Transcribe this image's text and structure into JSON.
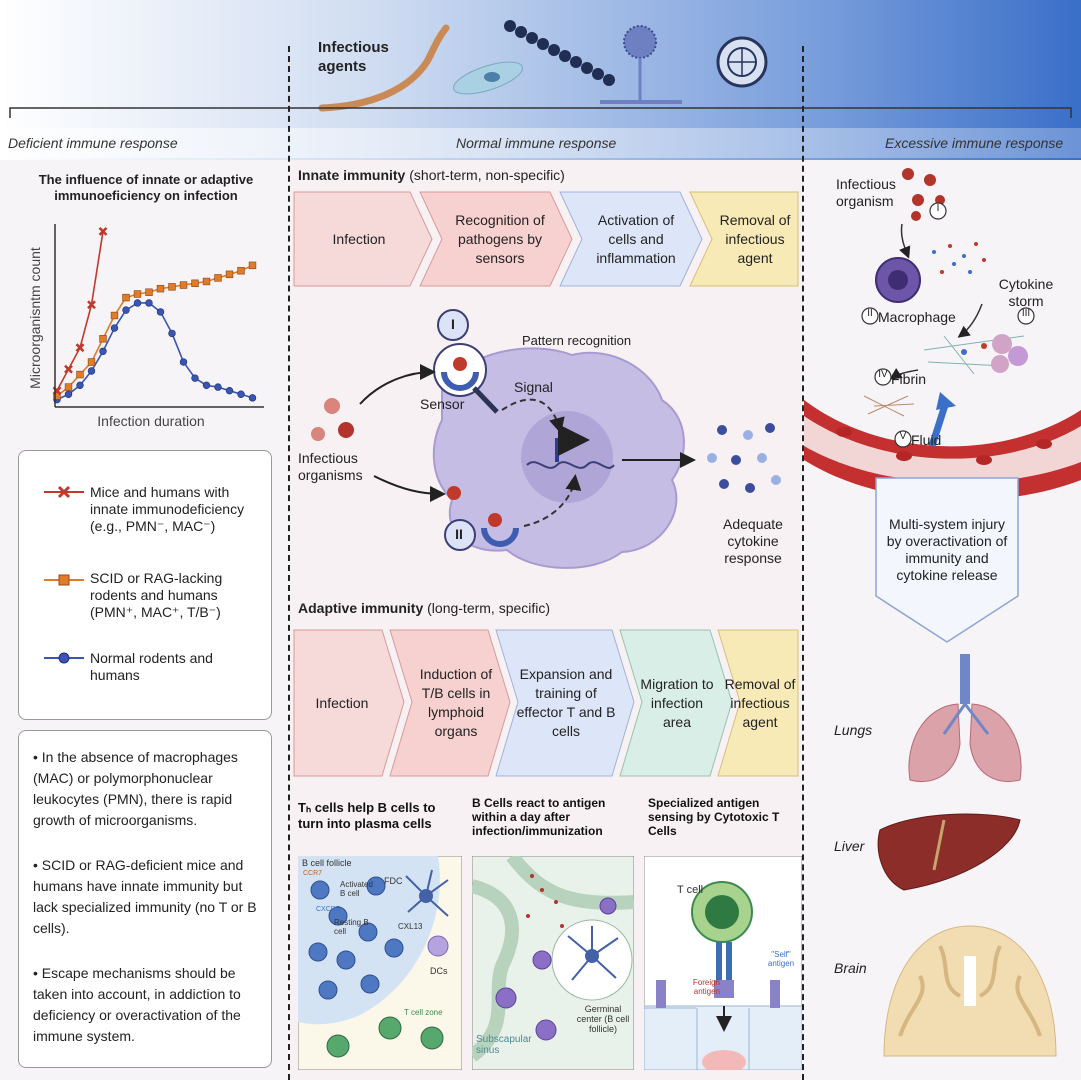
{
  "header": {
    "title": "Infectious agents",
    "sections": {
      "deficient": "Deficient immune response",
      "normal": "Normal immune response",
      "excessive": "Excessive immune response"
    }
  },
  "left": {
    "chart_title": "The influence of innate or adaptive immunoeficiency on infection",
    "legend": [
      {
        "label": "Mice and humans with innate immunodeficiency (e.g., PMN⁻, MAC⁻)",
        "color": "#c0392b",
        "marker": "cross"
      },
      {
        "label": "SCID or RAG-lacking rodents and humans (PMN⁺, MAC⁺, T/B⁻)",
        "color": "#e07b2a",
        "marker": "square"
      },
      {
        "label": "Normal rodents and humans",
        "color": "#3a55b4",
        "marker": "circle"
      }
    ],
    "notes": [
      "• In the absence of macrophages (MAC) or polymorphonuclear leukocytes (PMN), there is rapid growth of microorganisms.",
      "• SCID or RAG-deficient mice and humans have innate immunity but lack specialized immunity (no T or B cells).",
      "• Escape mechanisms should be taken into account, in addiction to deficiency or overactivation of the immune system."
    ]
  },
  "chart_data": {
    "type": "line",
    "title": "The influence of innate or adaptive immunoeficiency on infection",
    "xlabel": "Infection duration",
    "ylabel": "Microorganisntm count",
    "series": [
      {
        "name": "Mice and humans with innate immunodeficiency (e.g., PMN⁻, MAC⁻)",
        "x": [
          0,
          1,
          2,
          3,
          4
        ],
        "values": [
          8,
          20,
          32,
          56,
          97
        ]
      },
      {
        "name": "SCID or RAG-lacking rodents and humans (PMN⁺, MAC⁺, T/B⁻)",
        "x": [
          0,
          1,
          2,
          3,
          4,
          5,
          6,
          7,
          8,
          9,
          10,
          11,
          12,
          13,
          14,
          15,
          16,
          17
        ],
        "values": [
          5,
          10,
          17,
          24,
          37,
          50,
          60,
          62,
          63,
          65,
          66,
          67,
          68,
          69,
          71,
          73,
          75,
          78
        ]
      },
      {
        "name": "Normal rodents and humans",
        "x": [
          0,
          1,
          2,
          3,
          4,
          5,
          6,
          7,
          8,
          9,
          10,
          11,
          12,
          13,
          14,
          15,
          16,
          17
        ],
        "values": [
          3,
          6,
          11,
          19,
          30,
          43,
          53,
          57,
          57,
          52,
          40,
          24,
          15,
          11,
          10,
          8,
          6,
          4
        ]
      }
    ],
    "xlim": [
      0,
      18
    ],
    "ylim": [
      0,
      100
    ]
  },
  "innate": {
    "title": "Innate immunity",
    "subtitle": " (short-term, non-specific)",
    "steps": [
      "Infection",
      "Recognition of pathogens by sensors",
      "Activation of cells and inflammation",
      "Removal of infectious agent"
    ],
    "diagram": {
      "pattern_recognition": "Pattern recognition",
      "marker_1": "I",
      "marker_2": "II",
      "sensor": "Sensor",
      "signal": "Signal",
      "infectious_organisms": "Infectious organisms",
      "cytokine_response": "Adequate cytokine response"
    }
  },
  "adaptive": {
    "title": "Adaptive immunity",
    "subtitle": " (long-term, specific)",
    "steps": [
      "Infection",
      "Induction of T/B cells in lymphoid organs",
      "Expansion and training of effector T and B cells",
      "Migration to infection area",
      "Removal of infectious agent"
    ],
    "panels": [
      {
        "title": "Tₕ cells help B cells to turn into plasma cells",
        "labels": [
          "B cell follicle",
          "CCR7",
          "Activated B cell",
          "FDC",
          "CXCR5",
          "Resting B cell",
          "CXL13",
          "DCs",
          "T cell zone"
        ]
      },
      {
        "title": "B Cells react to antigen within a day after infection/immunization",
        "labels": [
          "Germinal center (B cell follicle)",
          "Subscapular sinus"
        ]
      },
      {
        "title": "Specialized antigen sensing by Cytotoxic T Cells",
        "labels": [
          "T cell",
          "\"Self\" antigen",
          "Foreign antigen"
        ]
      }
    ]
  },
  "right": {
    "infectious_organism": "Infectious organism",
    "steps": {
      "i": "I",
      "ii": "II",
      "iii": "III",
      "iv": "IV",
      "v": "V"
    },
    "macrophage": "Macrophage",
    "cytokine_storm": "Cytokine storm",
    "fibrin": "Fibrin",
    "fluid": "Fluid",
    "outcome": "Multi-system injury by overactivation of immunity and cytokine release",
    "organs": [
      "Lungs",
      "Liver",
      "Brain"
    ]
  },
  "colors": {
    "infection": "#f6d9d9",
    "recognition": "#f7d4d4",
    "activation": "#dde6f8",
    "removal": "#f7eab6",
    "migration": "#d9eee6",
    "header_blue": "#3a6fc8"
  }
}
